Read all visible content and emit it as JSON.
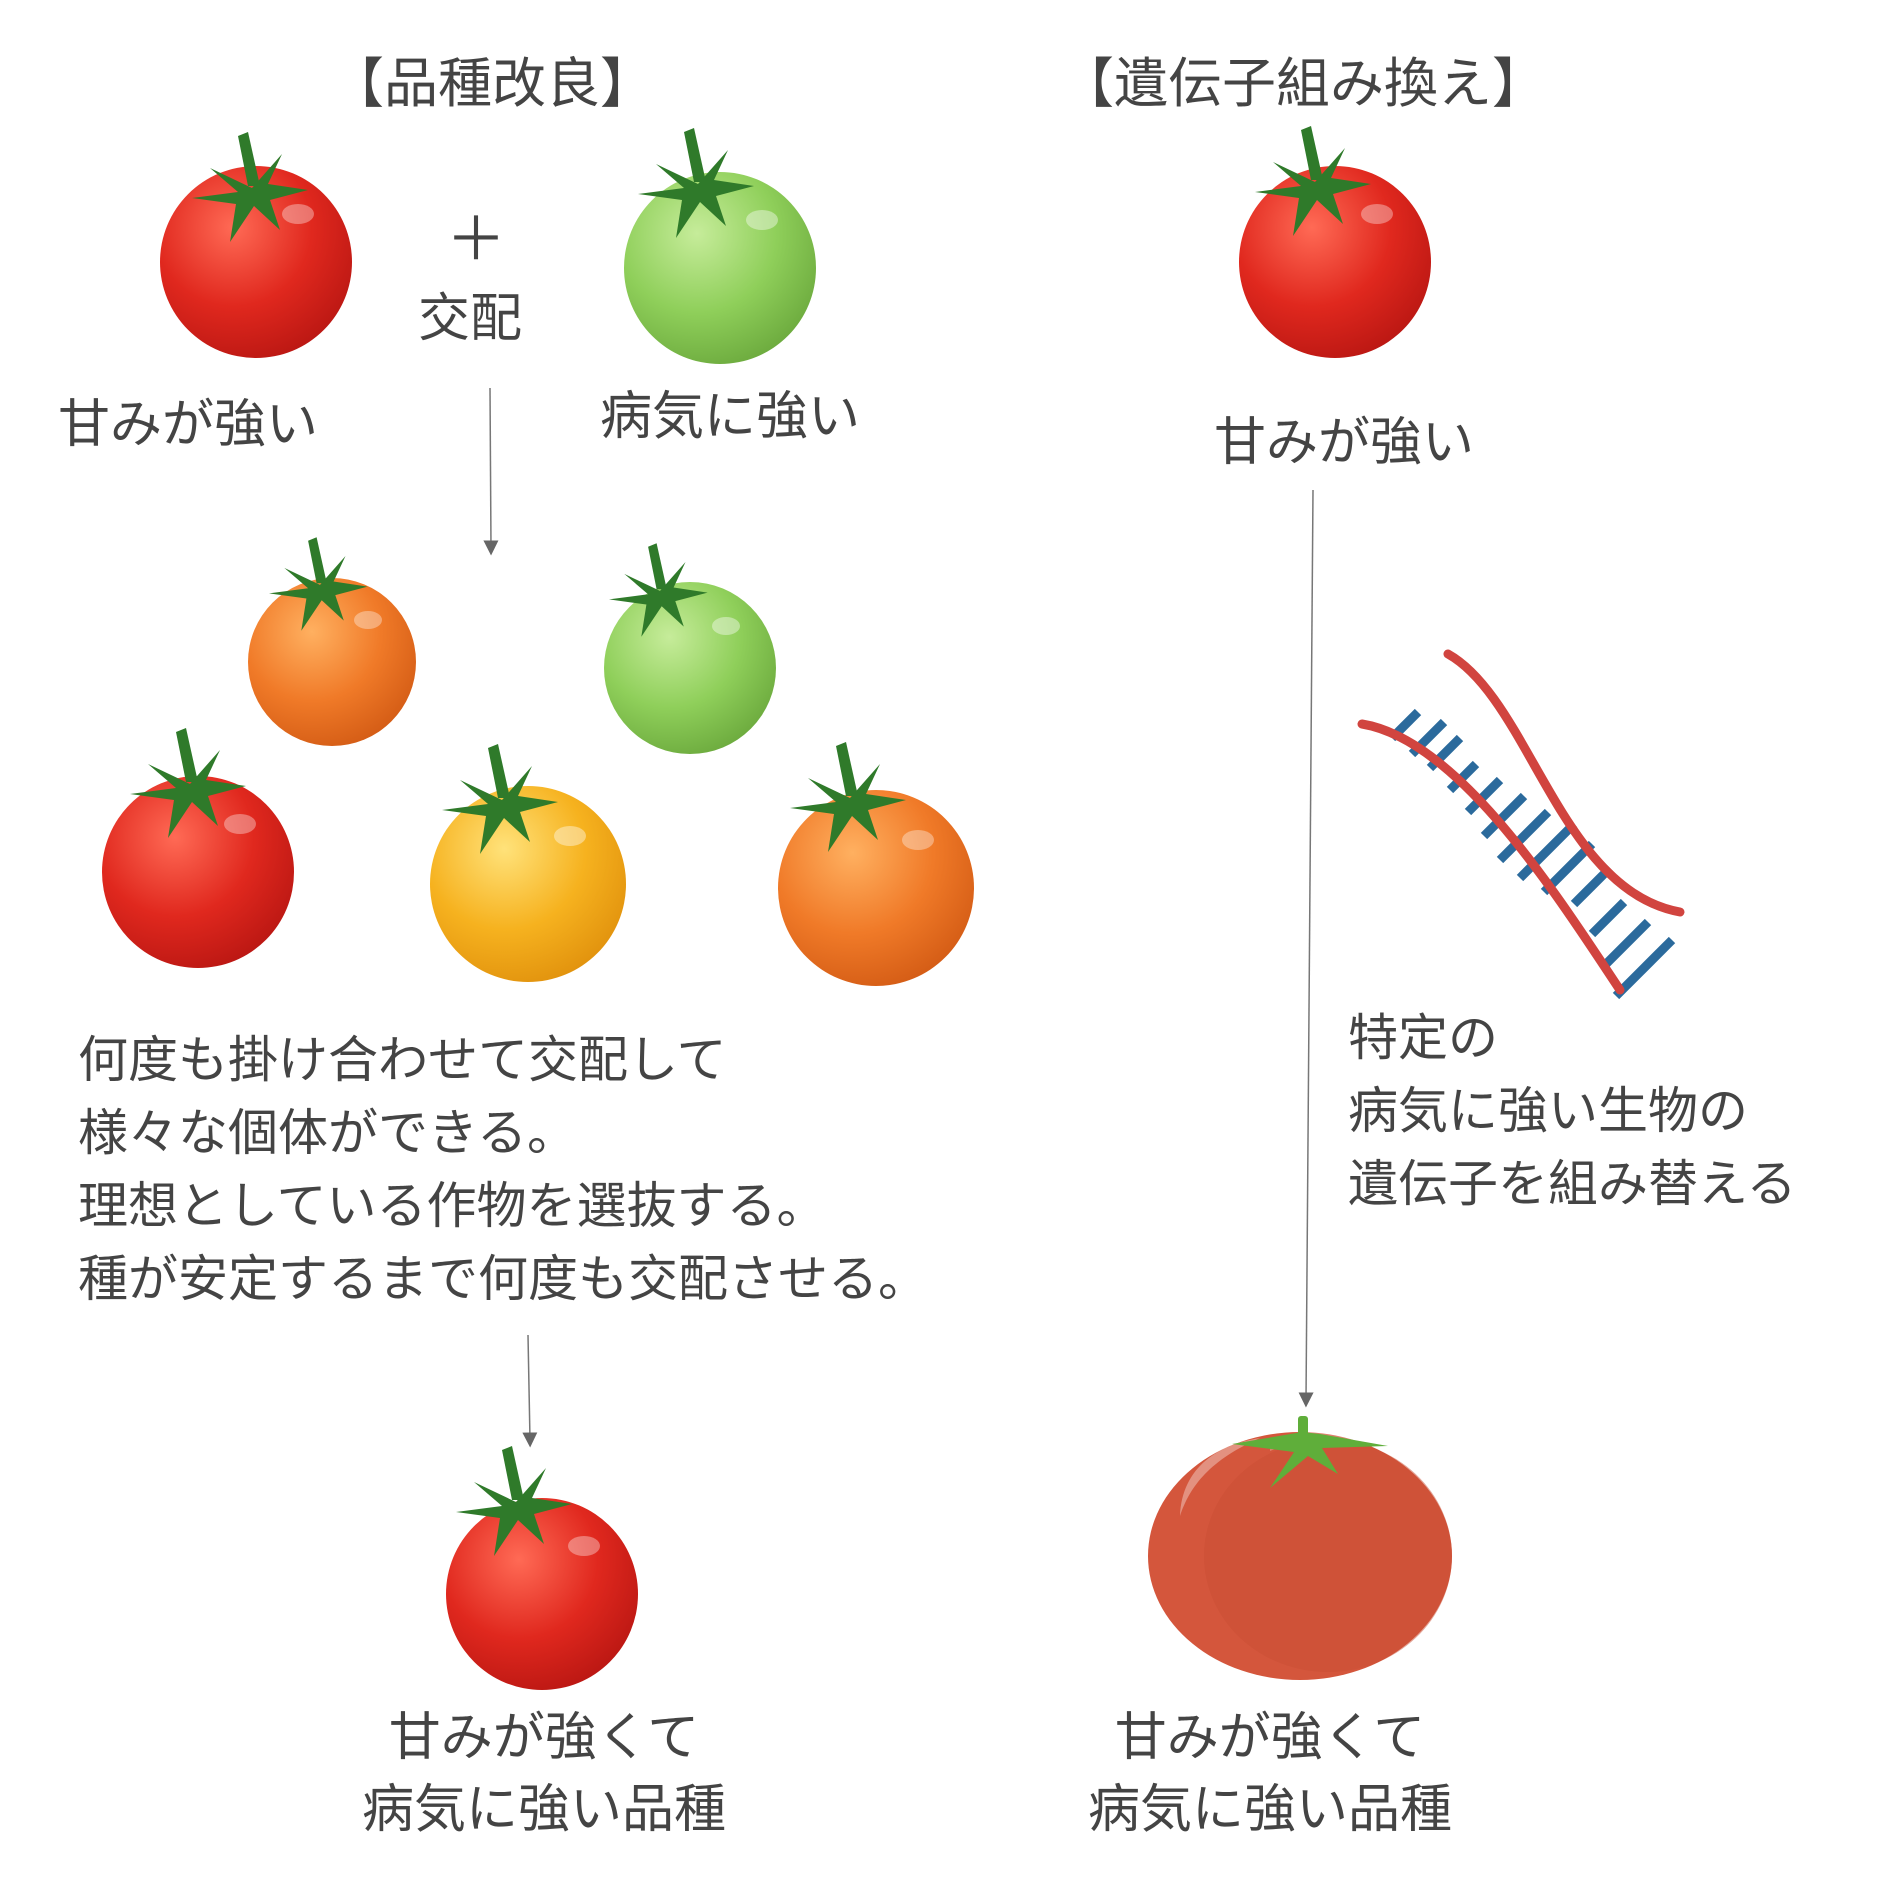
{
  "left": {
    "heading": "【品種改良】",
    "operator_plus": "＋",
    "operator_cross": "交配",
    "parent_red_label": "甘みが強い",
    "parent_green_label": "病気に強い",
    "description": [
      "何度も掛け合わせて交配して",
      "様々な個体ができる。",
      "理想としている作物を選抜する。",
      "種が安定するまで何度も交配させる。"
    ],
    "result_label": [
      "甘みが強くて",
      "病気に強い品種"
    ]
  },
  "right": {
    "heading": "【遺伝子組み換え】",
    "parent_label": "甘みが強い",
    "description": [
      "特定の",
      "病気に強い生物の",
      "遺伝子を組み替える"
    ],
    "result_label": [
      "甘みが強くて",
      "病気に強い品種"
    ]
  },
  "colors": {
    "red_tomato": "#e0281e",
    "green_tomato": "#8fcf5a",
    "orange_tomato": "#f07a28",
    "yellow_tomato": "#f6b21f",
    "stem": "#2f7a2a",
    "gm_tomato": "#d4563c",
    "dna_backbone": "#d1443f",
    "dna_rungs": "#2b6a9c",
    "text": "#444444"
  },
  "icons": [
    "tomato-icon",
    "dna-icon",
    "arrow-icon"
  ]
}
